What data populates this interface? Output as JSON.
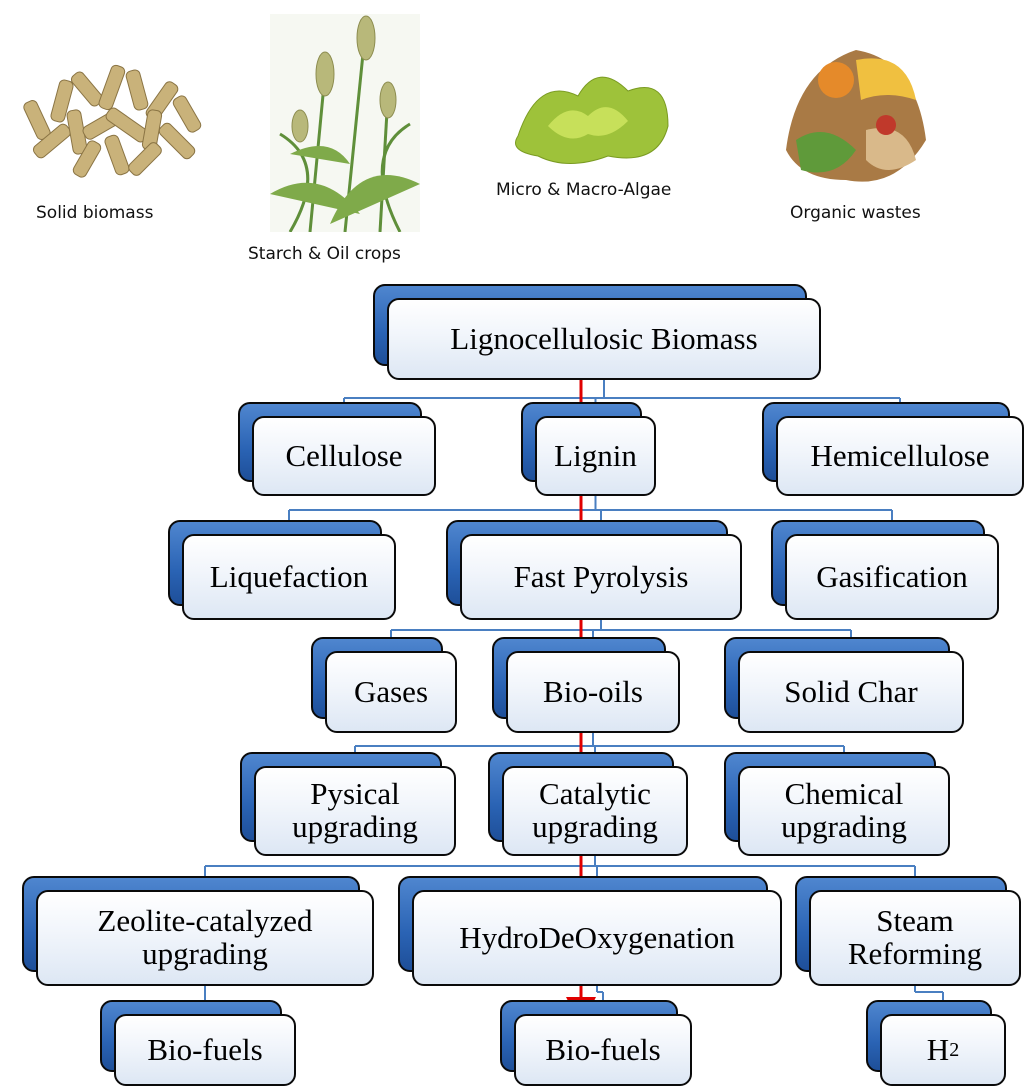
{
  "sources": [
    {
      "label": "Solid biomass"
    },
    {
      "label": "Starch & Oil crops"
    },
    {
      "label": "Micro & Macro-Algae"
    },
    {
      "label": "Organic wastes"
    }
  ],
  "nodes": {
    "lignocellulosic": "Lignocellulosic Biomass",
    "cellulose": "Cellulose",
    "lignin": "Lignin",
    "hemicellulose": "Hemicellulose",
    "liquefaction": "Liquefaction",
    "fast_pyrolysis": "Fast Pyrolysis",
    "gasification": "Gasification",
    "gases": "Gases",
    "bio_oils": "Bio-oils",
    "solid_char": "Solid Char",
    "physical": "Pysical\nupgrading",
    "catalytic": "Catalytic\nupgrading",
    "chemical": "Chemical\nupgrading",
    "zeolite": "Zeolite-catalyzed\nupgrading",
    "hdo": "HydroDeOxygenation",
    "steam": "Steam\nReforming",
    "biofuels_left": "Bio-fuels",
    "biofuels_center": "Bio-fuels",
    "h2": "H",
    "h2_sub": "2"
  },
  "colors": {
    "connector": "#4a7fc1",
    "arrow": "#e00000",
    "box_back": "#2a63b4",
    "box_front": "#eef3fa"
  }
}
